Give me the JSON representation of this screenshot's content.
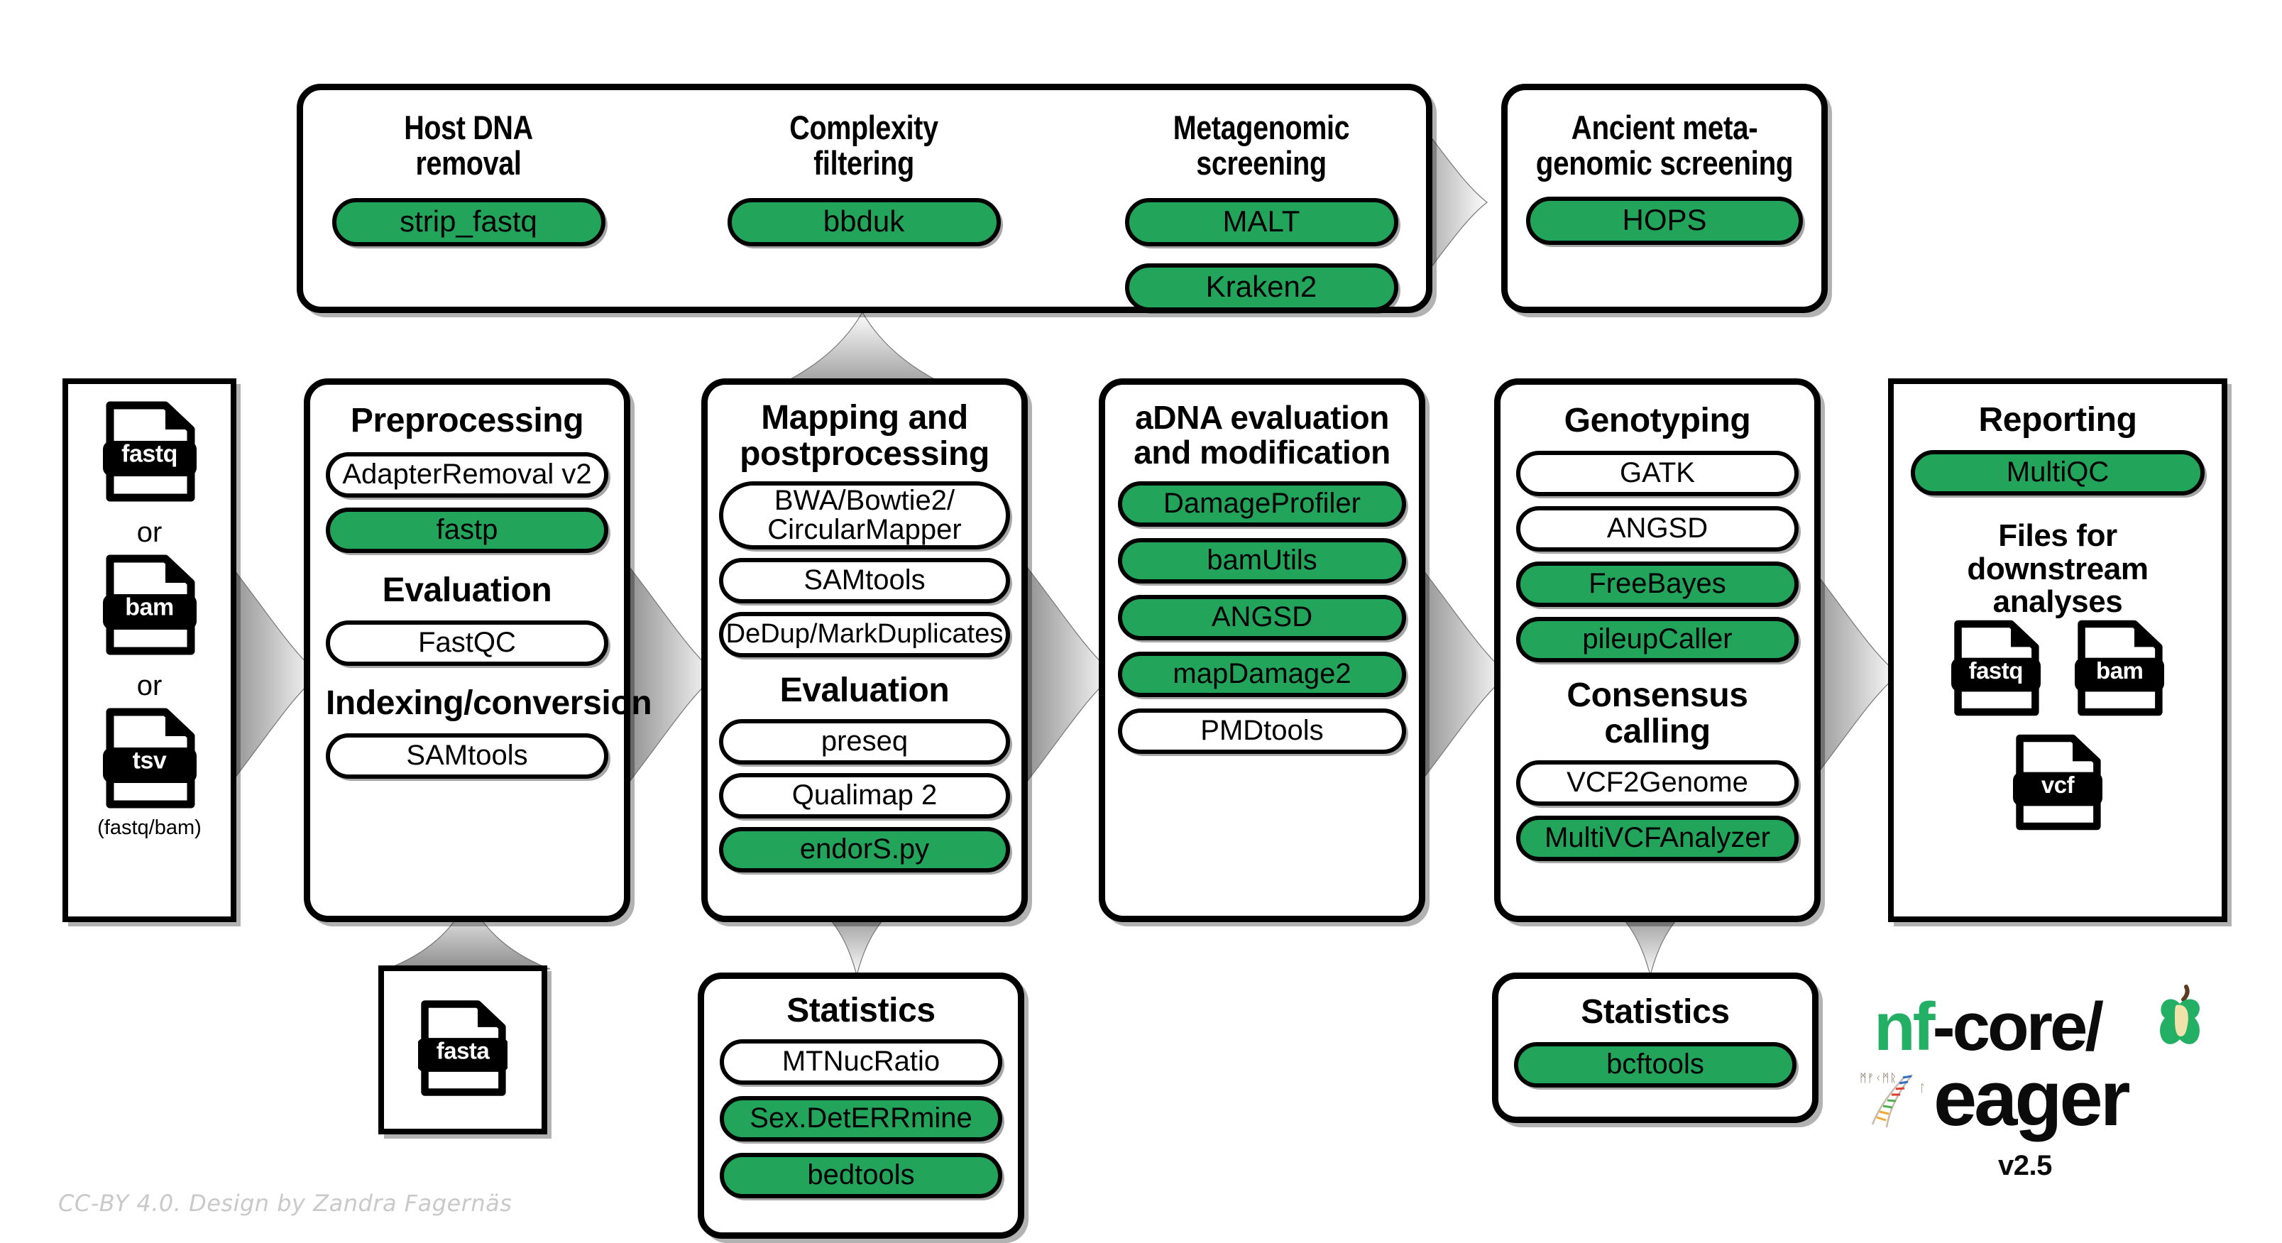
{
  "meta": {
    "credit": "CC-BY 4.0. Design by Zandra Fagernäs",
    "accent_green": "#22A55B",
    "logo_green": "#24B064",
    "outline": "#000000",
    "arrow_gradient": [
      "#8f8f8f",
      "#ffffff"
    ]
  },
  "logo": {
    "prefix": "nf",
    "suffix": "-core/",
    "name": "eager",
    "version": "v2.5",
    "apple_icon": "apple-core-icon",
    "helix_icon": "dna-helix-icon"
  },
  "input": {
    "files": [
      {
        "ext": "fastq",
        "icon": "file-fastq-icon"
      },
      {
        "ext": "bam",
        "icon": "file-bam-icon"
      },
      {
        "ext": "tsv",
        "icon": "file-tsv-icon"
      }
    ],
    "or_label": "or",
    "tsv_note": "(fastq/bam)"
  },
  "reference": {
    "file": {
      "ext": "fasta",
      "icon": "file-fasta-icon"
    }
  },
  "optional_screening": {
    "panels": [
      {
        "title": "Host DNA\nremoval",
        "title_lines": [
          "Host DNA",
          "removal"
        ],
        "tools": [
          {
            "label": "strip_fastq",
            "highlighted": true
          }
        ]
      },
      {
        "title": "Complexity\nfiltering",
        "title_lines": [
          "Complexity",
          "filtering"
        ],
        "tools": [
          {
            "label": "bbduk",
            "highlighted": true
          }
        ]
      },
      {
        "title": "Metagenomic\nscreening",
        "title_lines": [
          "Metagenomic",
          "screening"
        ],
        "tools": [
          {
            "label": "MALT",
            "highlighted": true
          },
          {
            "label": "Kraken2",
            "highlighted": true
          }
        ]
      }
    ]
  },
  "ancient_screening": {
    "title_lines": [
      "Ancient meta-",
      "genomic screening"
    ],
    "tools": [
      {
        "label": "HOPS",
        "highlighted": true
      }
    ]
  },
  "stages": [
    {
      "id": "preprocessing",
      "title": "Preprocessing",
      "groups": [
        {
          "heading": null,
          "tools": [
            {
              "label": "AdapterRemoval v2",
              "highlighted": false
            },
            {
              "label": "fastp",
              "highlighted": true
            }
          ]
        },
        {
          "heading": "Evaluation",
          "tools": [
            {
              "label": "FastQC",
              "highlighted": false
            }
          ]
        },
        {
          "heading": "Indexing/conversion",
          "tools": [
            {
              "label": "SAMtools",
              "highlighted": false
            }
          ]
        }
      ]
    },
    {
      "id": "mapping",
      "title_lines": [
        "Mapping and",
        "postprocessing"
      ],
      "title": "Mapping and postprocessing",
      "groups": [
        {
          "heading": null,
          "tools": [
            {
              "label": "BWA/Bowtie2/\nCircularMapper",
              "label_lines": [
                "BWA/Bowtie2/",
                "CircularMapper"
              ],
              "highlighted": false,
              "two_line": true
            },
            {
              "label": "SAMtools",
              "highlighted": false
            },
            {
              "label": "DeDup/MarkDuplicates",
              "highlighted": false
            }
          ]
        },
        {
          "heading": "Evaluation",
          "tools": [
            {
              "label": "preseq",
              "highlighted": false
            },
            {
              "label": "Qualimap 2",
              "highlighted": false
            },
            {
              "label": "endorS.py",
              "highlighted": true
            }
          ]
        }
      ]
    },
    {
      "id": "adna",
      "title_lines": [
        "aDNA evaluation",
        "and modification"
      ],
      "title": "aDNA evaluation and modification",
      "groups": [
        {
          "heading": null,
          "tools": [
            {
              "label": "DamageProfiler",
              "highlighted": true
            },
            {
              "label": "bamUtils",
              "highlighted": true
            },
            {
              "label": "ANGSD",
              "highlighted": true
            },
            {
              "label": "mapDamage2",
              "highlighted": true
            },
            {
              "label": "PMDtools",
              "highlighted": false
            }
          ]
        }
      ]
    },
    {
      "id": "genotyping",
      "title": "Genotyping",
      "groups": [
        {
          "heading": null,
          "tools": [
            {
              "label": "GATK",
              "highlighted": false
            },
            {
              "label": "ANGSD",
              "highlighted": false
            },
            {
              "label": "FreeBayes",
              "highlighted": true
            },
            {
              "label": "pileupCaller",
              "highlighted": true
            }
          ]
        },
        {
          "heading": "Consensus calling",
          "tools": [
            {
              "label": "VCF2Genome",
              "highlighted": false
            },
            {
              "label": "MultiVCFAnalyzer",
              "highlighted": true
            }
          ]
        }
      ]
    },
    {
      "id": "reporting",
      "title": "Reporting",
      "groups": [
        {
          "heading": null,
          "tools": [
            {
              "label": "MultiQC",
              "highlighted": true
            }
          ]
        },
        {
          "heading_lines": [
            "Files for downstream",
            "analyses"
          ],
          "heading": "Files for downstream analyses",
          "tools": []
        }
      ],
      "output_files": [
        {
          "ext": "fastq",
          "icon": "file-fastq-icon"
        },
        {
          "ext": "bam",
          "icon": "file-bam-icon"
        },
        {
          "ext": "vcf",
          "icon": "file-vcf-icon"
        }
      ]
    }
  ],
  "stats_mapping": {
    "title": "Statistics",
    "tools": [
      {
        "label": "MTNucRatio",
        "highlighted": false
      },
      {
        "label": "Sex.DetERRmine",
        "highlighted": true
      },
      {
        "label": "bedtools",
        "highlighted": true
      }
    ]
  },
  "stats_genotyping": {
    "title": "Statistics",
    "tools": [
      {
        "label": "bcftools",
        "highlighted": true
      }
    ]
  }
}
